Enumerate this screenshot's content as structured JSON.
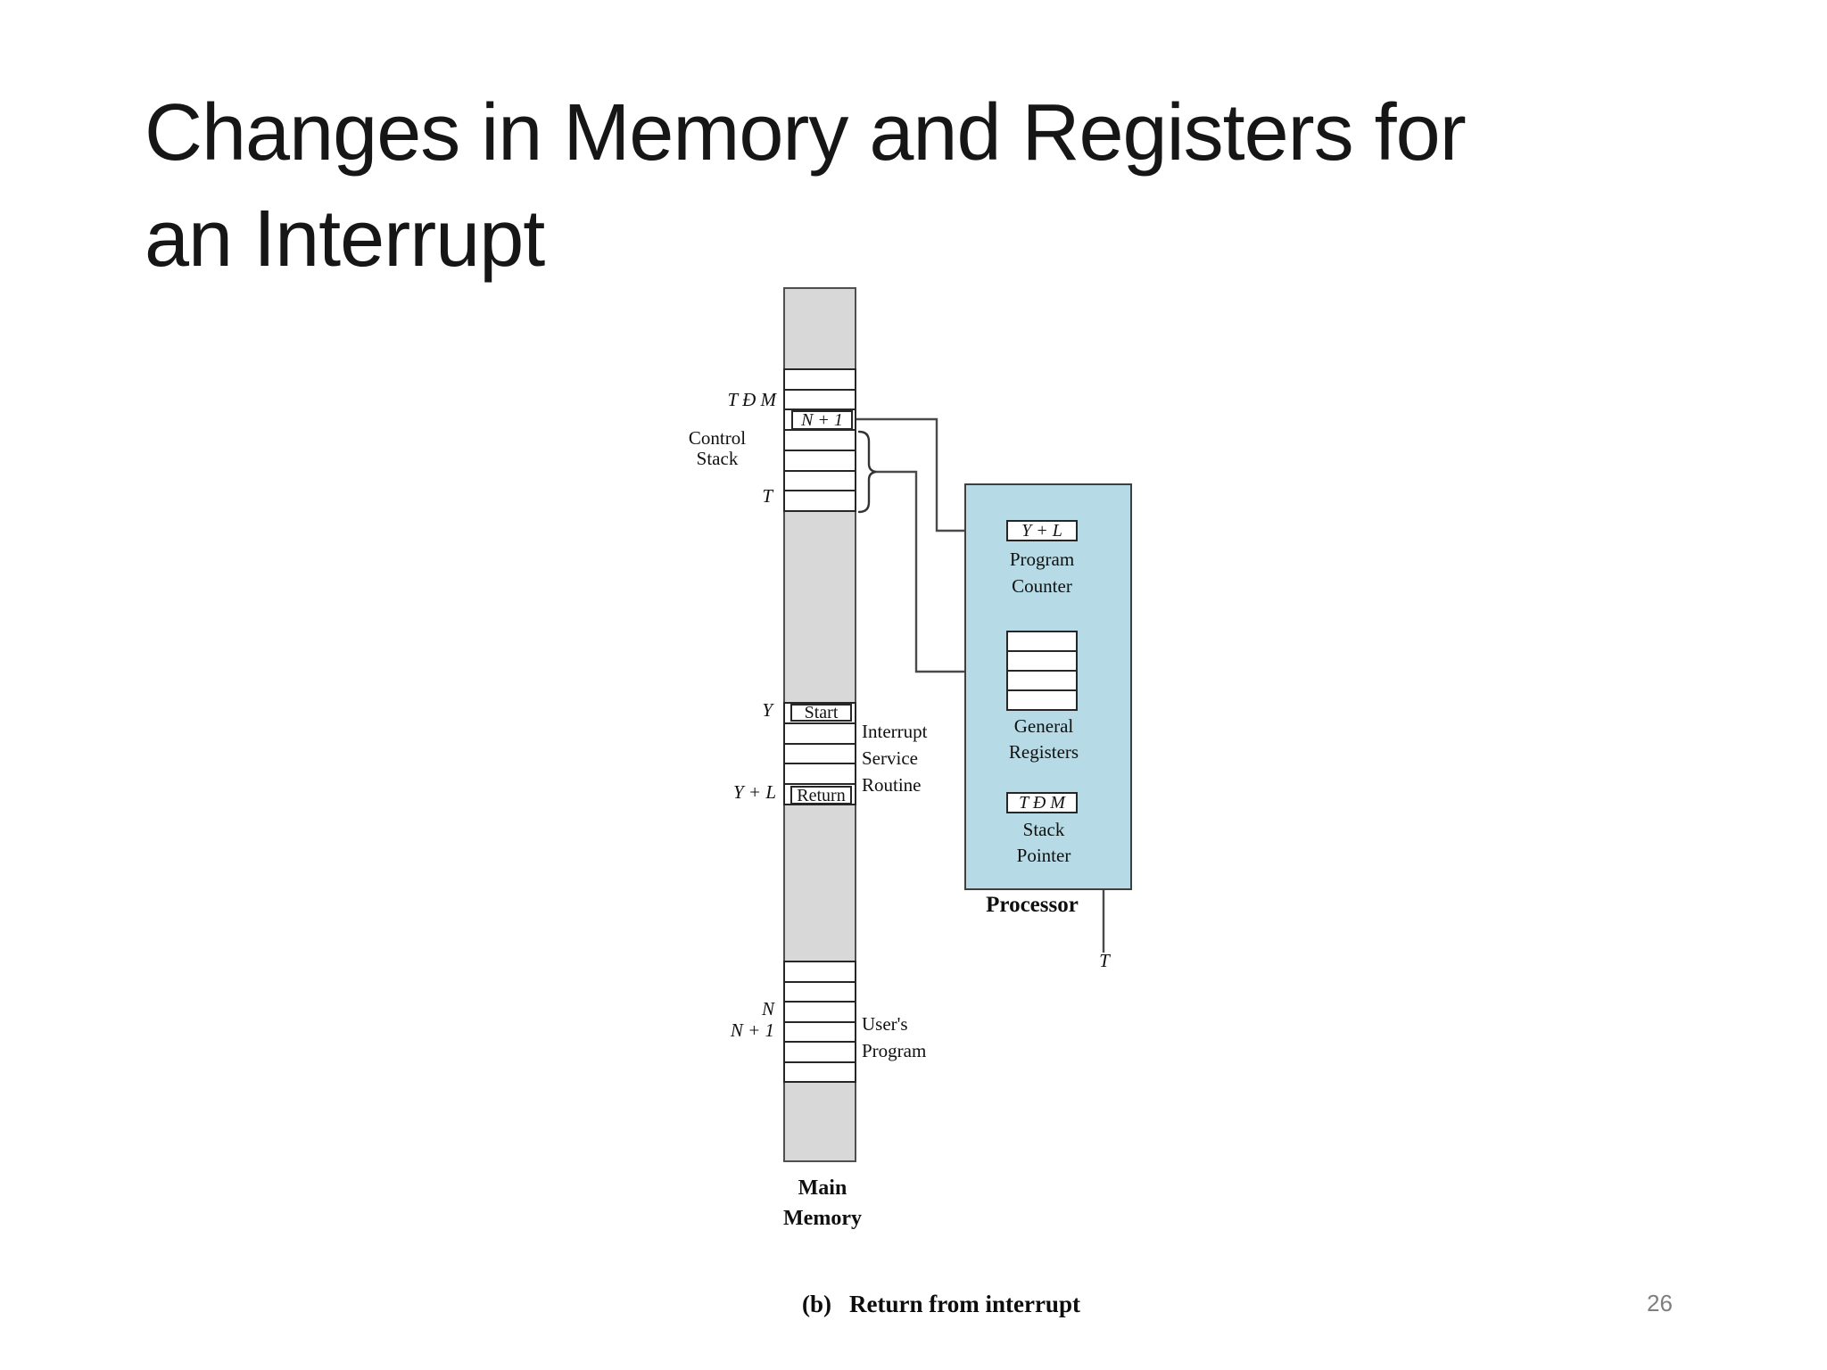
{
  "slide": {
    "title": "Changes in Memory and Registers for\nan Interrupt",
    "page_number": "26",
    "caption_prefix": "(b)",
    "caption_text": "Return from interrupt"
  },
  "memory": {
    "label": "Main\nMemory",
    "control_stack": {
      "address_top": "T Đ M",
      "label": "Control\nStack",
      "address_bottom": "T",
      "cell_value": "N + 1"
    },
    "isr": {
      "label": "Interrupt\nService\nRoutine",
      "start_address": "Y",
      "start_value": "Start",
      "return_address": "Y + L",
      "return_value": "Return"
    },
    "user_program": {
      "label": "User's\nProgram",
      "addresses": "N\nN + 1"
    }
  },
  "processor": {
    "label": "Processor",
    "program_counter": {
      "value": "Y + L",
      "label": "Program\nCounter"
    },
    "general_registers": {
      "label": "General\nRegisters"
    },
    "stack_pointer": {
      "value": "T Đ M",
      "label": "Stack\nPointer"
    },
    "stack_top_label": "T"
  },
  "colors": {
    "processor_fill": "#b6dbe6",
    "memory_fill": "#d8d8d8",
    "cell_border": "#262626",
    "connector": "#4a4a4a",
    "page_number": "#7f7f7f"
  }
}
